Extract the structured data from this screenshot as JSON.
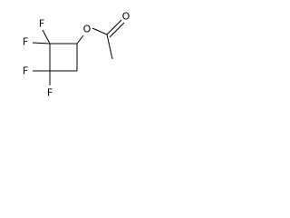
{
  "molecule": {
    "atoms": {
      "f1": "F",
      "f2": "F",
      "f3": "F",
      "f4": "F",
      "o_ester": "O",
      "o_carbonyl": "O"
    },
    "colors": {
      "bond": "#000000",
      "label": "#000000",
      "background": "#ffffff"
    }
  }
}
